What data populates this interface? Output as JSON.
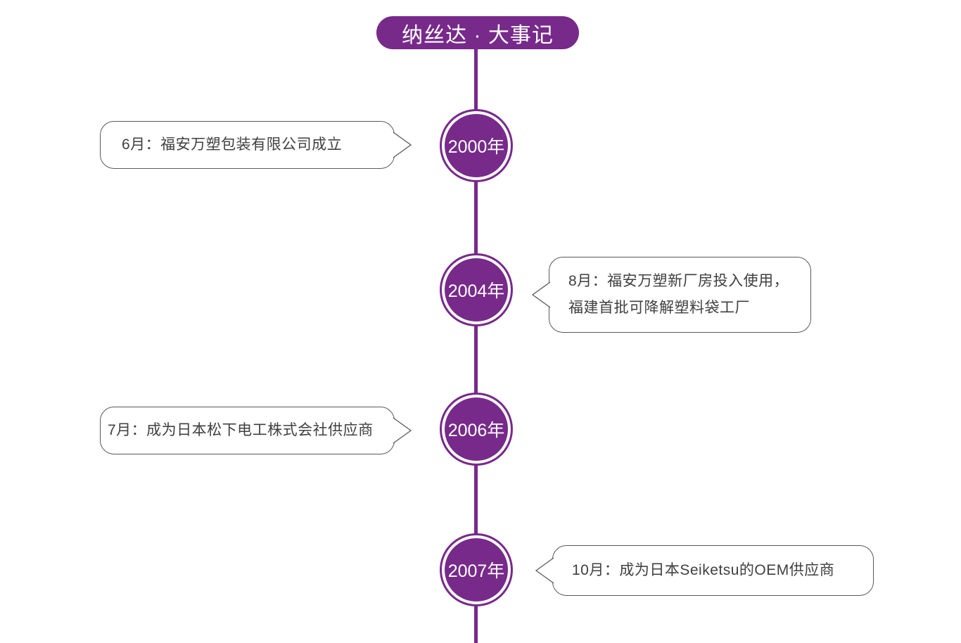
{
  "title": "纳丝达 · 大事记",
  "theme": {
    "purple": "#772A8A",
    "callout_border": "#595959",
    "callout_text": "#3F3F3F",
    "background": "#FFFFFF"
  },
  "milestones": [
    {
      "year": "2000年",
      "side": "left",
      "lines": [
        "6月：福安万塑包装有限公司成立"
      ]
    },
    {
      "year": "2004年",
      "side": "right",
      "lines": [
        "8月：福安万塑新厂房投入使用，",
        "福建首批可降解塑料袋工厂"
      ]
    },
    {
      "year": "2006年",
      "side": "left",
      "lines": [
        "7月：成为日本松下电工株式会社供应商"
      ]
    },
    {
      "year": "2007年",
      "side": "right",
      "lines": [
        "10月：成为日本Seiketsu的OEM供应商"
      ]
    }
  ]
}
